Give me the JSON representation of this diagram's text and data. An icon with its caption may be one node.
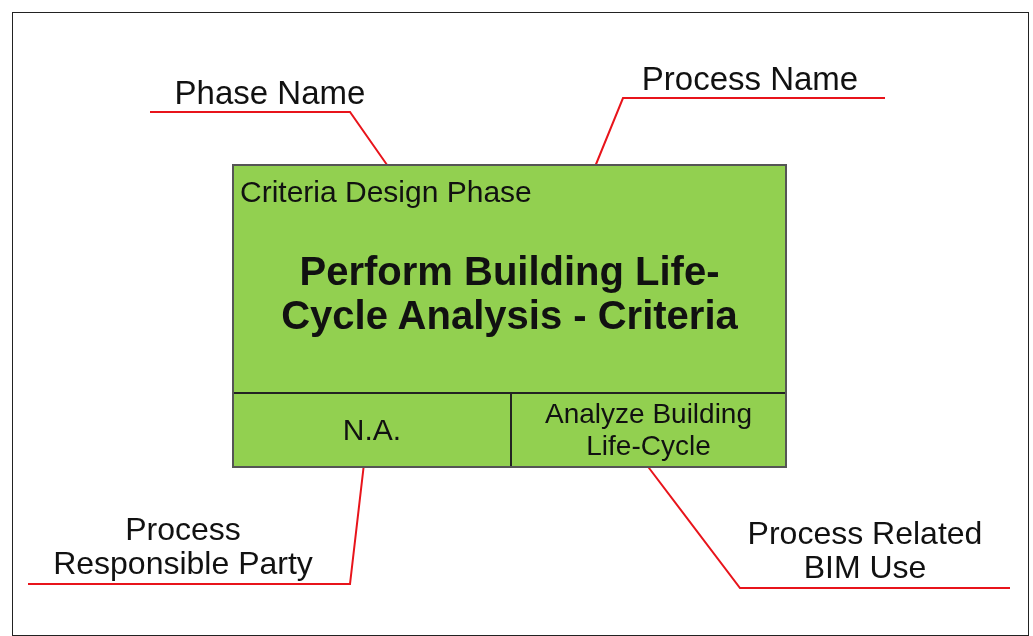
{
  "diagram": {
    "nodes": [
      {
        "text": [],
        "shape": "box"
      },
      {
        "text": [
          "Criteria Design Phase"
        ],
        "in": 0
      },
      {
        "text": [
          "Perform Building Life-Cycle Analysis - Criteria"
        ],
        "in": 0
      },
      {
        "text": [
          "N.A."
        ],
        "in": 0
      },
      {
        "text": [
          "Analyze Building Life-Cycle"
        ],
        "in": 0
      },
      {
        "text": [
          "Phase Name"
        ]
      },
      {
        "text": [
          "Process Name"
        ]
      },
      {
        "text": [
          "Process Responsible Party"
        ]
      },
      {
        "text": [
          "Process Related BIM Use"
        ]
      }
    ],
    "edges": [
      {
        "from": 5,
        "to": 1,
        "arrow": "none"
      },
      {
        "from": 6,
        "to": 2,
        "arrow": "none"
      },
      {
        "from": 7,
        "to": 3,
        "arrow": "none"
      },
      {
        "from": 8,
        "to": 4,
        "arrow": "none"
      }
    ]
  }
}
